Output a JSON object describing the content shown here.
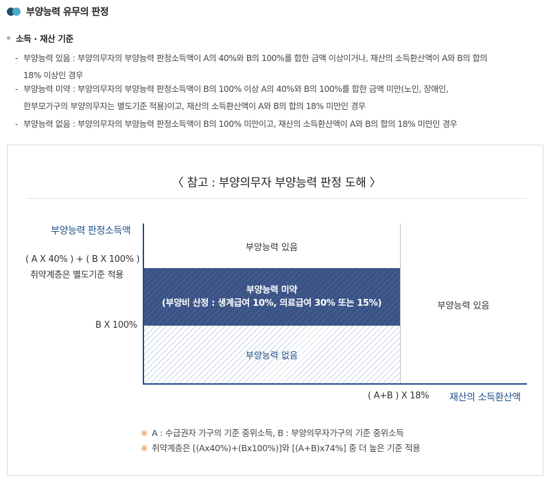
{
  "header": {
    "title": "부양능력 유무의 판정"
  },
  "section": {
    "title": "소득 · 재산 기준",
    "items": [
      {
        "line1": "부양능력 있음 : 부양의무자의 부양능력 판정소득액이 A의 40%와 B의 100%를 합한 금액 이상이거나, 재산의 소득환산액이 A와 B의 합의",
        "line2": "18% 이상인 경우"
      },
      {
        "line1": "부양능력 미약 : 부양의무자의 부양능력 판정소득액이 B의 100% 이상 A의 40%와 B의 100%를 합한 금액 미만(노인, 장애인,",
        "line2": "한부모가구의 부양의무자는 별도기준 적용)이고, 재산의 소득환산액이 A와 B의 합의 18% 미만인 경우"
      },
      {
        "line1": "부양능력 없음 : 부양의무자의 부양능력 판정소득액이 B의 100% 미만이고, 재산의 소득환산액이 A와 B의 합의 18% 미만인 경우"
      }
    ]
  },
  "diagram": {
    "title": "〈 참고 : 부양의무자 부양능력 판정 도해 〉",
    "y_axis_label": "부양능력 판정소득액",
    "x_axis_label": "재산의 소득환산액",
    "y_tick_upper": "( A X 40% ) + ( B X 100% )",
    "y_tick_upper_note": "취약계층은 별도기준 적용",
    "y_tick_lower": "B X 100%",
    "x_tick": "( A+B ) X 18%",
    "regions": {
      "top_left": "부양능력 있음",
      "middle_line1": "부양능력 미약",
      "middle_line2": "(부양비 산정 : 생계급여 10%, 의료급여 30% 또는 15%)",
      "bottom_left": "부양능력 없음",
      "right": "부양능력 있음"
    },
    "notes": [
      {
        "mark": "※",
        "text": "A : 수급권자 가구의 기준 중위소득, B : 부양의무자가구의 기준 중위소득"
      },
      {
        "mark": "※",
        "text": "취약계층은 [(Ax40%)+(Bx100%)]와 [(A+B)x74%] 중 더 높은 기준 적용"
      }
    ]
  },
  "colors": {
    "accent": "#1d4e8a",
    "band": "#3a5386",
    "note_mark": "#e07a1f"
  }
}
